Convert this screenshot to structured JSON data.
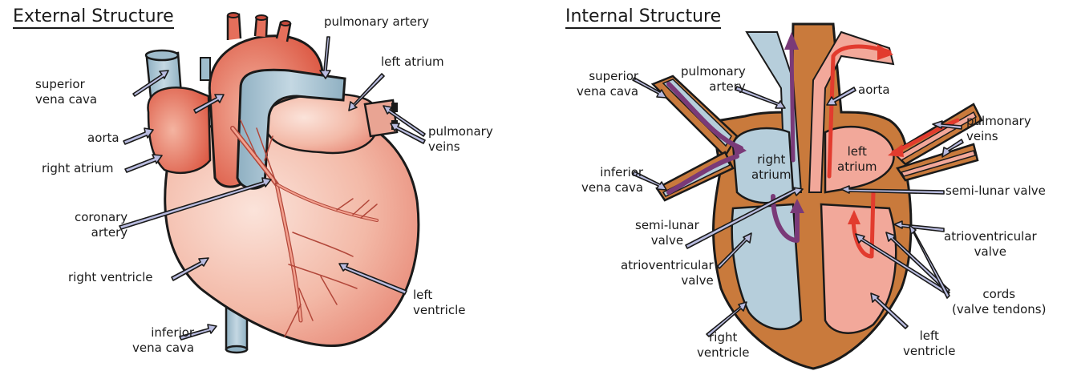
{
  "external": {
    "title": "External Structure",
    "labels": {
      "pulmonary_artery": [
        "pulmonary artery"
      ],
      "left_atrium": [
        "left atrium"
      ],
      "superior_vena_cava": [
        "superior",
        "vena cava"
      ],
      "pulmonary_veins": [
        "pulmonary",
        "veins"
      ],
      "aorta": [
        "aorta"
      ],
      "right_atrium": [
        "right atrium"
      ],
      "coronary_artery": [
        "coronary",
        "artery"
      ],
      "right_ventricle": [
        "right ventricle"
      ],
      "left_ventricle": [
        "left",
        "ventricle"
      ],
      "inferior_vena_cava": [
        "inferior",
        "vena cava"
      ]
    }
  },
  "internal": {
    "title": "Internal Structure",
    "labels": {
      "superior_vena_cava": [
        "superior",
        "vena cava"
      ],
      "pulmonary_artery": [
        "pulmonary",
        "artery"
      ],
      "aorta": [
        "aorta"
      ],
      "pulmonary_veins": [
        "pulmonary",
        "veins"
      ],
      "right_atrium": [
        "right",
        "atrium"
      ],
      "left_atrium": [
        "left",
        "atrium"
      ],
      "inferior_vena_cava": [
        "inferior",
        "vena cava"
      ],
      "semi_lunar_valve_right": [
        "semi-lunar valve"
      ],
      "semi_lunar_valve_left": [
        "semi-lunar",
        "valve"
      ],
      "atrioventricular_valve_right": [
        "atrioventricular",
        "valve"
      ],
      "atrioventricular_valve_left": [
        "atrioventricular",
        "valve"
      ],
      "cords": [
        "cords",
        "(valve tendons)"
      ],
      "right_ventricle": [
        "right",
        "ventricle"
      ],
      "left_ventricle": [
        "left",
        "ventricle"
      ]
    }
  },
  "colors": {
    "outline": "#1a1a1a",
    "heart_muscle": "#f2b7a4",
    "heart_red": "#e0614e",
    "vessel_blue": "#a9c4d4",
    "wall_brown": "#c97a3c",
    "chamber_blue": "#b6cedb",
    "chamber_pink": "#f2a89a",
    "arrow_purple": "#7a3a78",
    "arrow_red": "#e23b2e",
    "pointer_fill": "#b9bce0"
  }
}
